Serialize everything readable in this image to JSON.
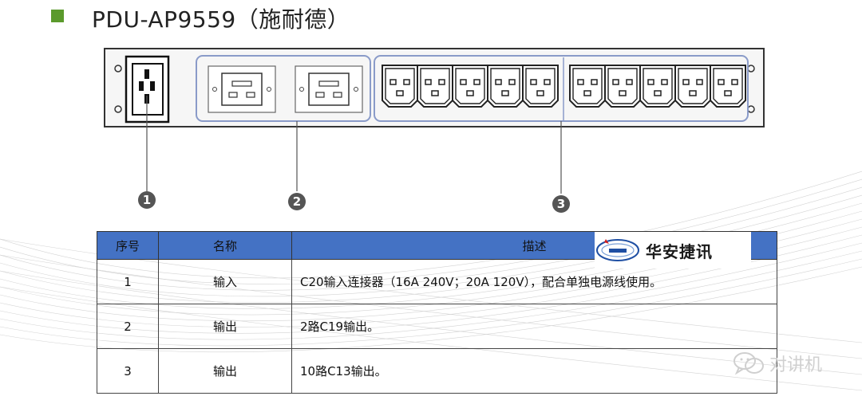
{
  "title": "PDU-AP9559（施耐德）",
  "callouts": [
    "1",
    "2",
    "3"
  ],
  "table": {
    "headers": [
      "序号",
      "名称",
      "描述"
    ],
    "rows": [
      {
        "num": "1",
        "name": "输入",
        "desc": "C20输入连接器（16A 240V；20A 120V），配合单独电源线使用。"
      },
      {
        "num": "2",
        "name": "输出",
        "desc": "2路C19输出。"
      },
      {
        "num": "3",
        "name": "输出",
        "desc": "10路C13输出。"
      }
    ]
  },
  "logo_text": "华安捷讯",
  "watermark_text": "对讲机",
  "colors": {
    "accent": "#5b9a2c",
    "header": "#4472c4"
  }
}
